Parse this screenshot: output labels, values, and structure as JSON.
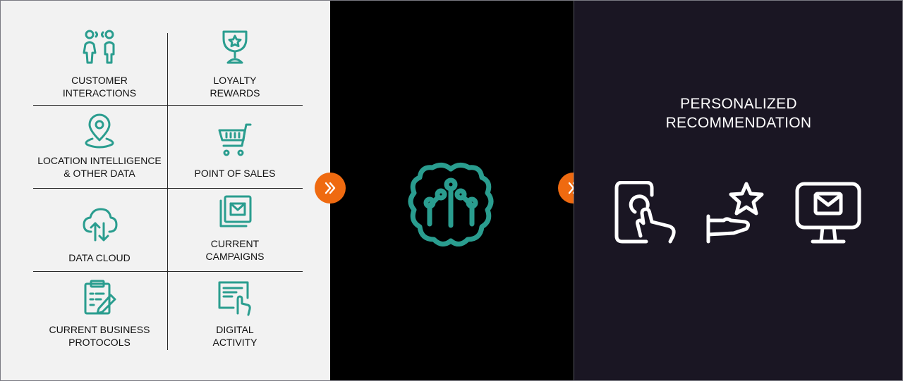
{
  "sources": [
    {
      "label": "CUSTOMER\nINTERACTIONS",
      "icon": "customer-interactions-icon"
    },
    {
      "label": "LOYALTY\nREWARDS",
      "icon": "loyalty-trophy-icon"
    },
    {
      "label": "LOCATION INTELLIGENCE\n& OTHER DATA",
      "icon": "location-pin-icon"
    },
    {
      "label": "POINT OF SALES",
      "icon": "shopping-cart-icon"
    },
    {
      "label": "DATA CLOUD",
      "icon": "cloud-sync-icon"
    },
    {
      "label": "CURRENT\nCAMPAIGNS",
      "icon": "campaign-mail-icon"
    },
    {
      "label": "CURRENT BUSINESS\nPROTOCOLS",
      "icon": "clipboard-protocols-icon"
    },
    {
      "label": "DIGITAL\nACTIVITY",
      "icon": "digital-activity-icon"
    }
  ],
  "processor": {
    "icon": "ai-brain-icon"
  },
  "output": {
    "title": "PERSONALIZED\nRECOMMENDATION",
    "icons": [
      "mobile-touch-icon",
      "hand-star-icon",
      "monitor-mail-icon"
    ]
  },
  "colors": {
    "teal": "#2a9d8f",
    "orange": "#ef6a10",
    "left_bg": "#f2f2f2",
    "mid_bg": "#000000",
    "right_bg": "#1a1623"
  }
}
